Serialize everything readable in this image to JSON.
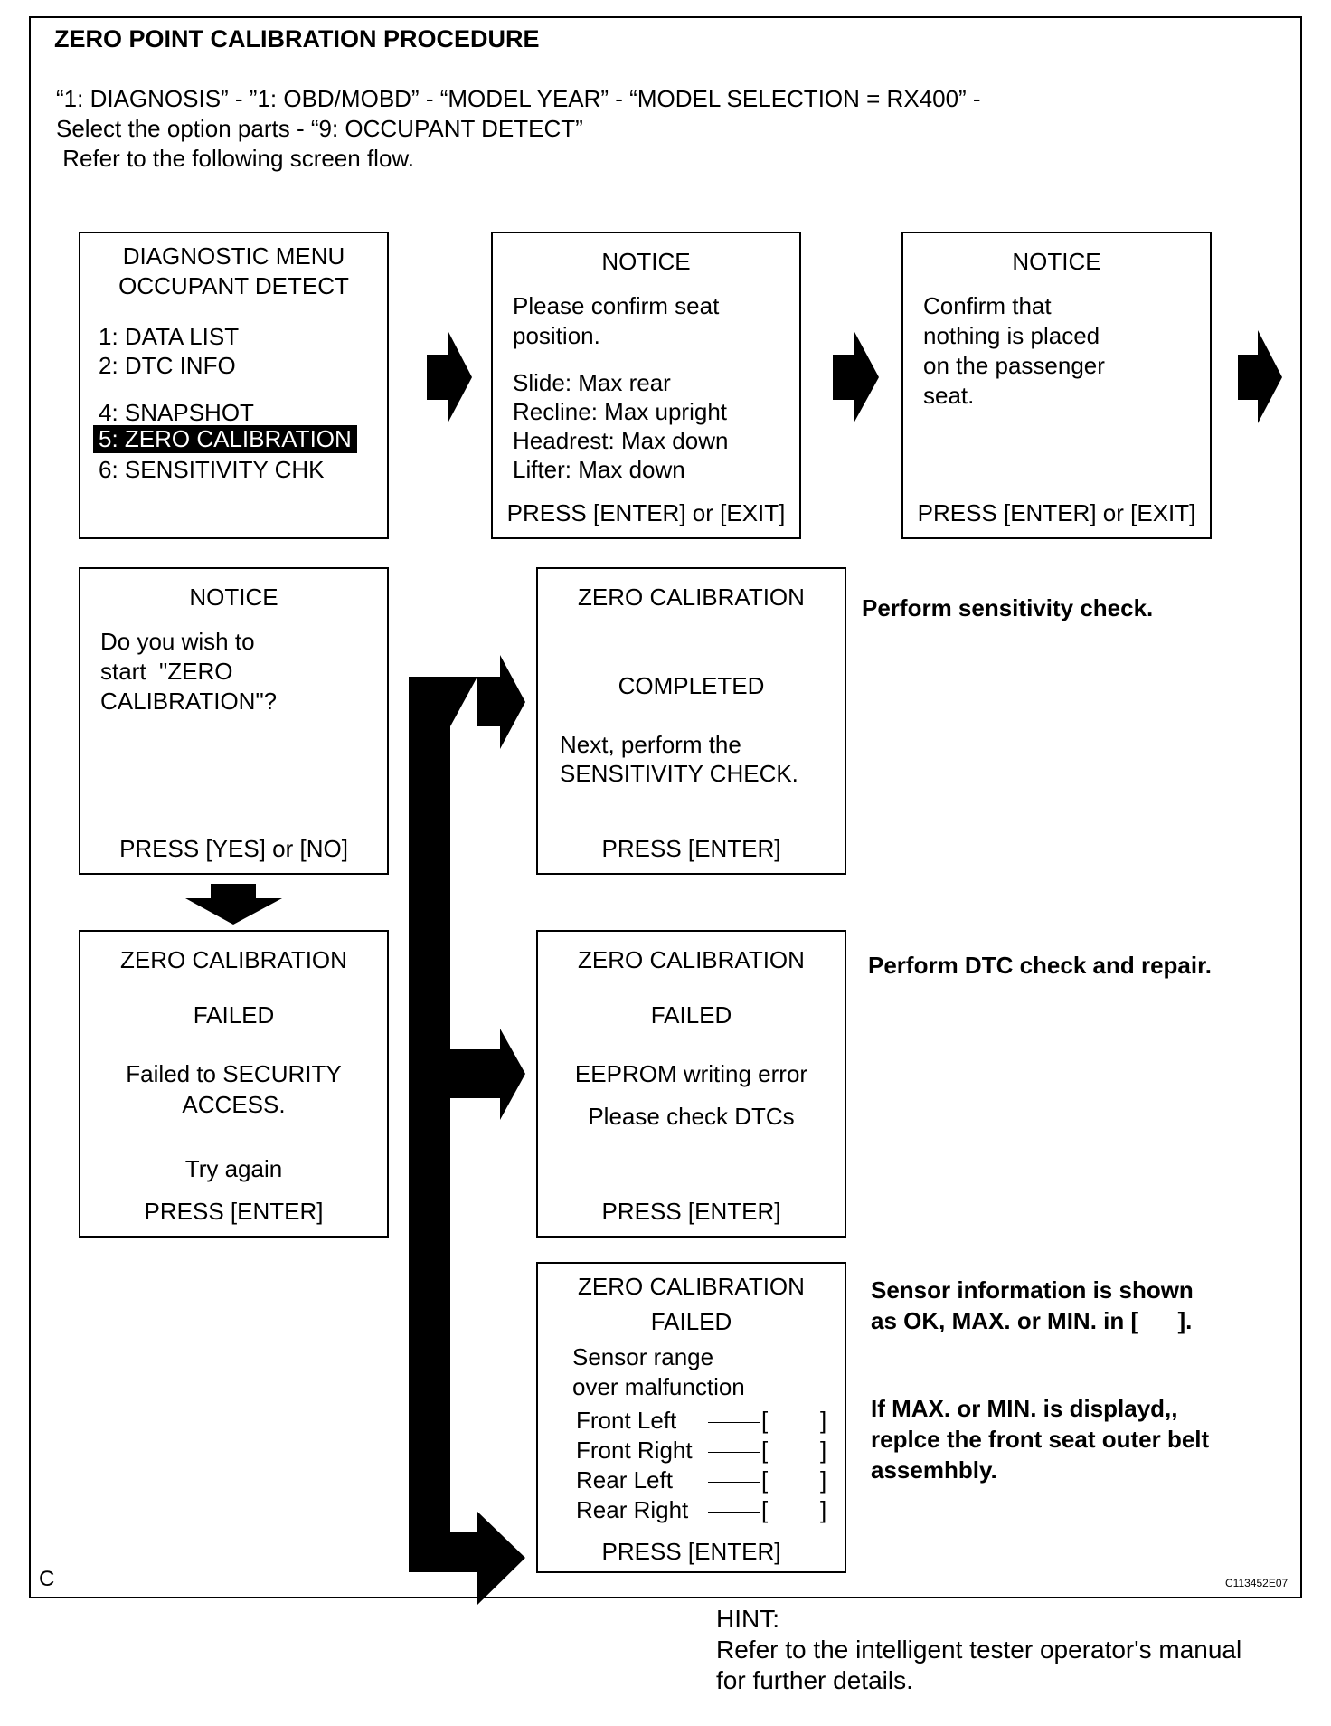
{
  "header": {
    "title": "ZERO POINT CALIBRATION PROCEDURE",
    "line1": "“1: DIAGNOSIS” - ”1: OBD/MOBD” - “MODEL YEAR” - “MODEL SELECTION = RX400” -",
    "line2": "Select the option parts - “9: OCCUPANT DETECT”",
    "line3": " Refer to the following screen flow."
  },
  "screen_menu": {
    "title1": "DIAGNOSTIC MENU",
    "title2": "OCCUPANT DETECT",
    "items": [
      "1: DATA LIST",
      "2: DTC INFO",
      "4: SNAPSHOT",
      "5: ZERO CALIBRATION",
      "6: SENSITIVITY CHK"
    ]
  },
  "screen_notice_seat": {
    "title": "NOTICE",
    "lines": [
      "Please confirm seat",
      "position.",
      "Slide: Max rear",
      "Recline: Max upright",
      "Headrest: Max down",
      "Lifter: Max down"
    ],
    "prompt": "PRESS [ENTER] or [EXIT]"
  },
  "screen_notice_nothing": {
    "title": "NOTICE",
    "lines": [
      "Confirm that",
      "nothing is placed",
      "on the passenger",
      "seat."
    ],
    "prompt": "PRESS [ENTER] or [EXIT]"
  },
  "screen_notice_start": {
    "title": "NOTICE",
    "lines": [
      "Do you wish to",
      "start  \"ZERO",
      "CALIBRATION\"?"
    ],
    "prompt": "PRESS [YES] or [NO]"
  },
  "screen_completed": {
    "title": "ZERO CALIBRATION",
    "status": "COMPLETED",
    "lines": [
      "Next, perform the",
      "SENSITIVITY CHECK."
    ],
    "prompt": "PRESS [ENTER]"
  },
  "screen_failed_security": {
    "title": "ZERO CALIBRATION",
    "status": "FAILED",
    "lines": [
      "Failed to SECURITY",
      "ACCESS."
    ],
    "retry": "Try again",
    "prompt": "PRESS [ENTER]"
  },
  "screen_failed_eeprom": {
    "title": "ZERO CALIBRATION",
    "status": "FAILED",
    "lines": [
      "EEPROM writing error",
      "Please check DTCs"
    ],
    "prompt": "PRESS [ENTER]"
  },
  "screen_failed_sensor": {
    "title": "ZERO CALIBRATION",
    "status": "FAILED",
    "lines": [
      "Sensor range",
      "over malfunction"
    ],
    "sensors": [
      "Front Left",
      "Front Right",
      "Rear Left",
      "Rear Right"
    ],
    "bracket_open": "[",
    "bracket_close": "]",
    "prompt": "PRESS [ENTER]"
  },
  "notes": {
    "sensitivity": "Perform sensitivity check.",
    "dtc": "Perform DTC check and repair.",
    "sensor_info": "Sensor information is shown\nas OK, MAX. or MIN. in [      ].",
    "replace": "If MAX. or MIN. is displayd,,\nreplce the front seat outer belt\nassemhbly."
  },
  "footer": {
    "corner_letter": "C",
    "figure_id": "C113452E07",
    "hint_label": "HINT:",
    "hint_line1": "Refer to the intelligent tester operator's manual",
    "hint_line2": "for further details."
  }
}
